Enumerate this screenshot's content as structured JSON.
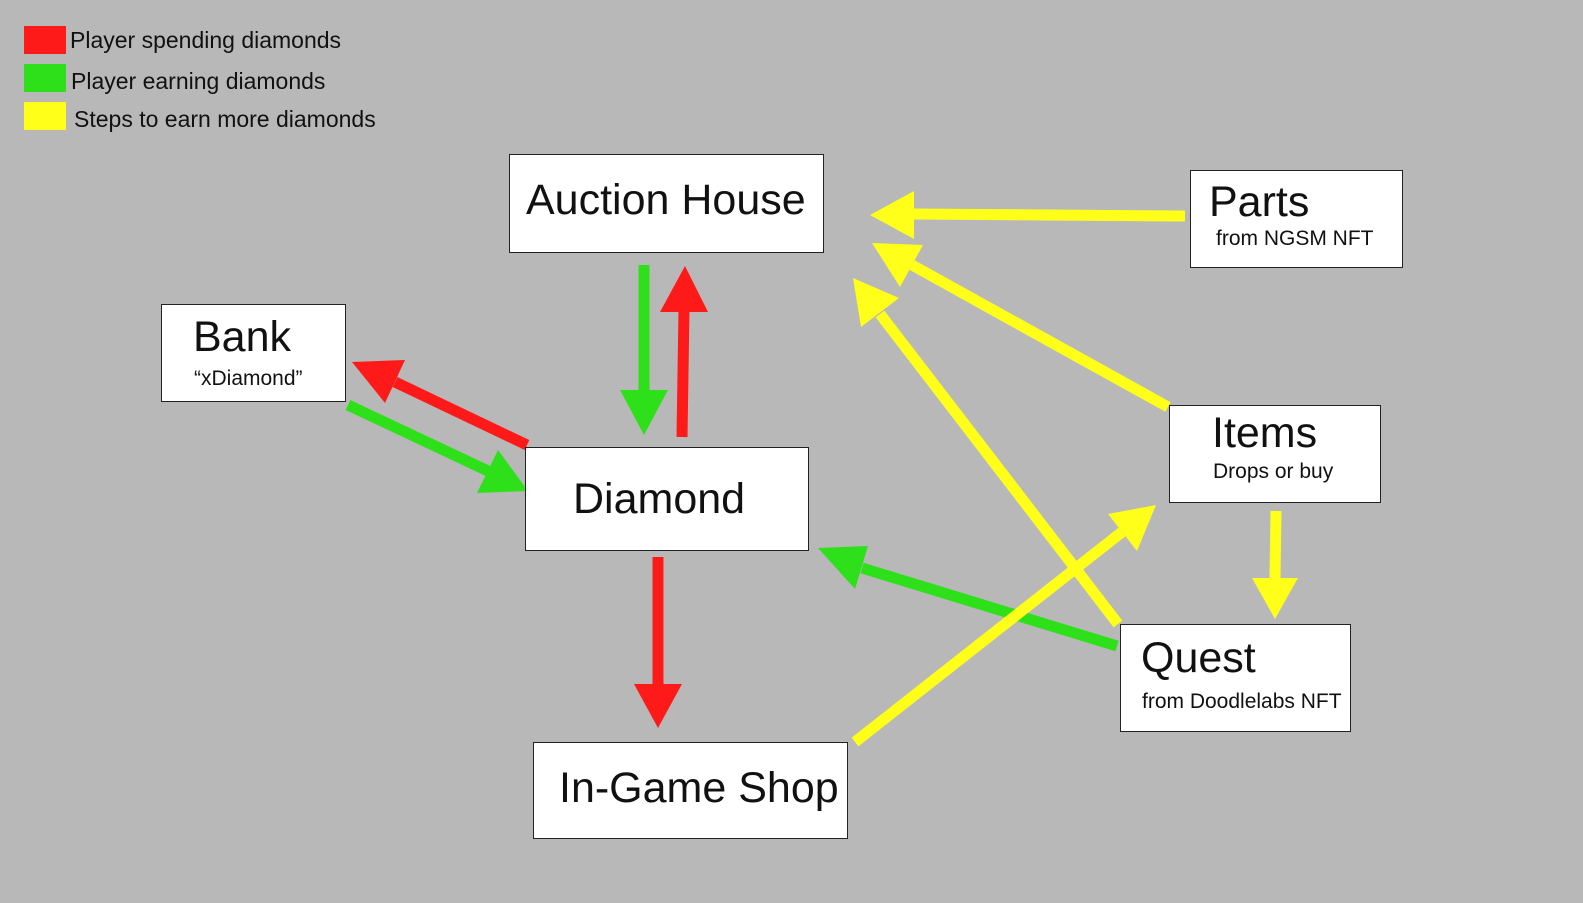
{
  "colors": {
    "background": "#b8b8b8",
    "spending": "#ff1a1a",
    "earning": "#2ee01a",
    "steps": "#ffff1a"
  },
  "legend": [
    {
      "label": "Player spending diamonds",
      "color": "#ff1a1a"
    },
    {
      "label": "Player earning diamonds",
      "color": "#2ee01a"
    },
    {
      "label": "Steps to earn more diamonds",
      "color": "#ffff1a"
    }
  ],
  "nodes": {
    "auction_house": {
      "title": "Auction House"
    },
    "bank": {
      "title": "Bank",
      "subtitle": "“xDiamond”"
    },
    "diamond": {
      "title": "Diamond"
    },
    "in_game_shop": {
      "title": "In-Game Shop"
    },
    "parts": {
      "title": "Parts",
      "subtitle": "from NGSM NFT"
    },
    "items": {
      "title": "Items",
      "subtitle": "Drops or buy"
    },
    "quest": {
      "title": "Quest",
      "subtitle": "from Doodlelabs NFT"
    }
  },
  "arrows": [
    {
      "from": "Auction House",
      "to": "Diamond",
      "type": "earning"
    },
    {
      "from": "Diamond",
      "to": "Auction House",
      "type": "spending"
    },
    {
      "from": "Diamond",
      "to": "Bank",
      "type": "spending"
    },
    {
      "from": "Bank",
      "to": "Diamond",
      "type": "earning"
    },
    {
      "from": "Diamond",
      "to": "In-Game Shop",
      "type": "spending"
    },
    {
      "from": "Quest",
      "to": "Diamond",
      "type": "earning"
    },
    {
      "from": "Parts",
      "to": "Auction House",
      "type": "steps"
    },
    {
      "from": "Items",
      "to": "Auction House",
      "type": "steps"
    },
    {
      "from": "Quest",
      "to": "Auction House",
      "type": "steps"
    },
    {
      "from": "In-Game Shop",
      "to": "Items",
      "type": "steps"
    },
    {
      "from": "Items",
      "to": "Quest",
      "type": "steps"
    }
  ]
}
